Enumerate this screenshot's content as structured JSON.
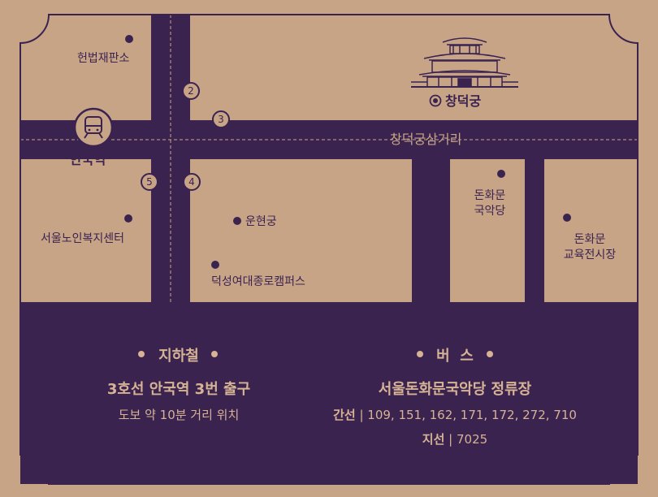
{
  "map": {
    "landmarks": {
      "changdeokgung": "창덕궁",
      "heonbeop_court": "헌법재판소",
      "anguk_station": "안국역",
      "seoul_senior_center": "서울노인복지센터",
      "unhyeongung": "운현궁",
      "duksung_campus": "덕성여대종로캠퍼스",
      "donhwamun_theater": [
        "돈화문",
        "국악당"
      ],
      "donhwamun_exhibition": [
        "돈화문",
        "교육전시장"
      ]
    },
    "roads": {
      "changdeokgung_intersection": "창덕궁삼거리"
    },
    "exits": [
      "2",
      "3",
      "4",
      "5"
    ]
  },
  "info": {
    "subway": {
      "heading": "지하철",
      "main": "3호선 안국역 3번 출구",
      "sub": "도보 약 10분 거리 위치"
    },
    "bus": {
      "heading": "버  스",
      "main": "서울돈화문국악당 정류장",
      "trunk_label": "간선",
      "trunk_routes": "109, 151, 162, 171, 172, 272, 710",
      "branch_label": "지선",
      "branch_routes": "7025",
      "separator": "|"
    }
  },
  "colors": {
    "background": "#c8a487",
    "road": "#3b2350",
    "text_light": "#d5b394"
  },
  "icons": [
    "train-icon",
    "palace-illustration",
    "target-marker-icon",
    "location-dot"
  ]
}
